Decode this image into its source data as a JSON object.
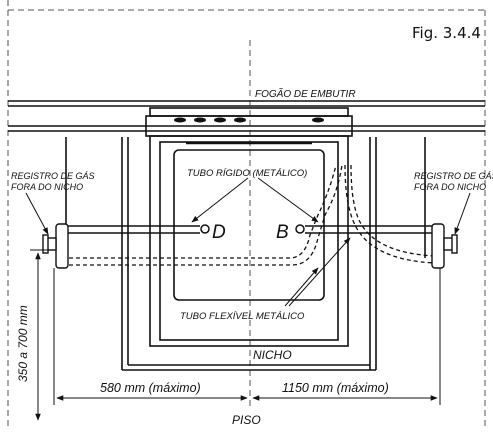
{
  "figure_label": "Fig. 3.4.4",
  "labels": {
    "fogao": "FOGÃO DE EMBUTIR",
    "tubo_rigido": "TUBO RÍGIDO (METÁLICO)",
    "tubo_flexivel": "TUBO FLEXÍVEL METÁLICO",
    "nicho": "NICHO",
    "piso": "PISO",
    "registro_left_1": "REGISTRO DE GÁS",
    "registro_left_2": "FORA DO NICHO",
    "registro_right_1": "REGISTRO DE GÁS",
    "registro_right_2": "FORA DO NICHO",
    "letter_d": "D",
    "letter_b": "B"
  },
  "dimensions": {
    "vertical": "350 a 700 mm",
    "left": "580 mm (máximo)",
    "right": "1150 mm (máximo)"
  }
}
